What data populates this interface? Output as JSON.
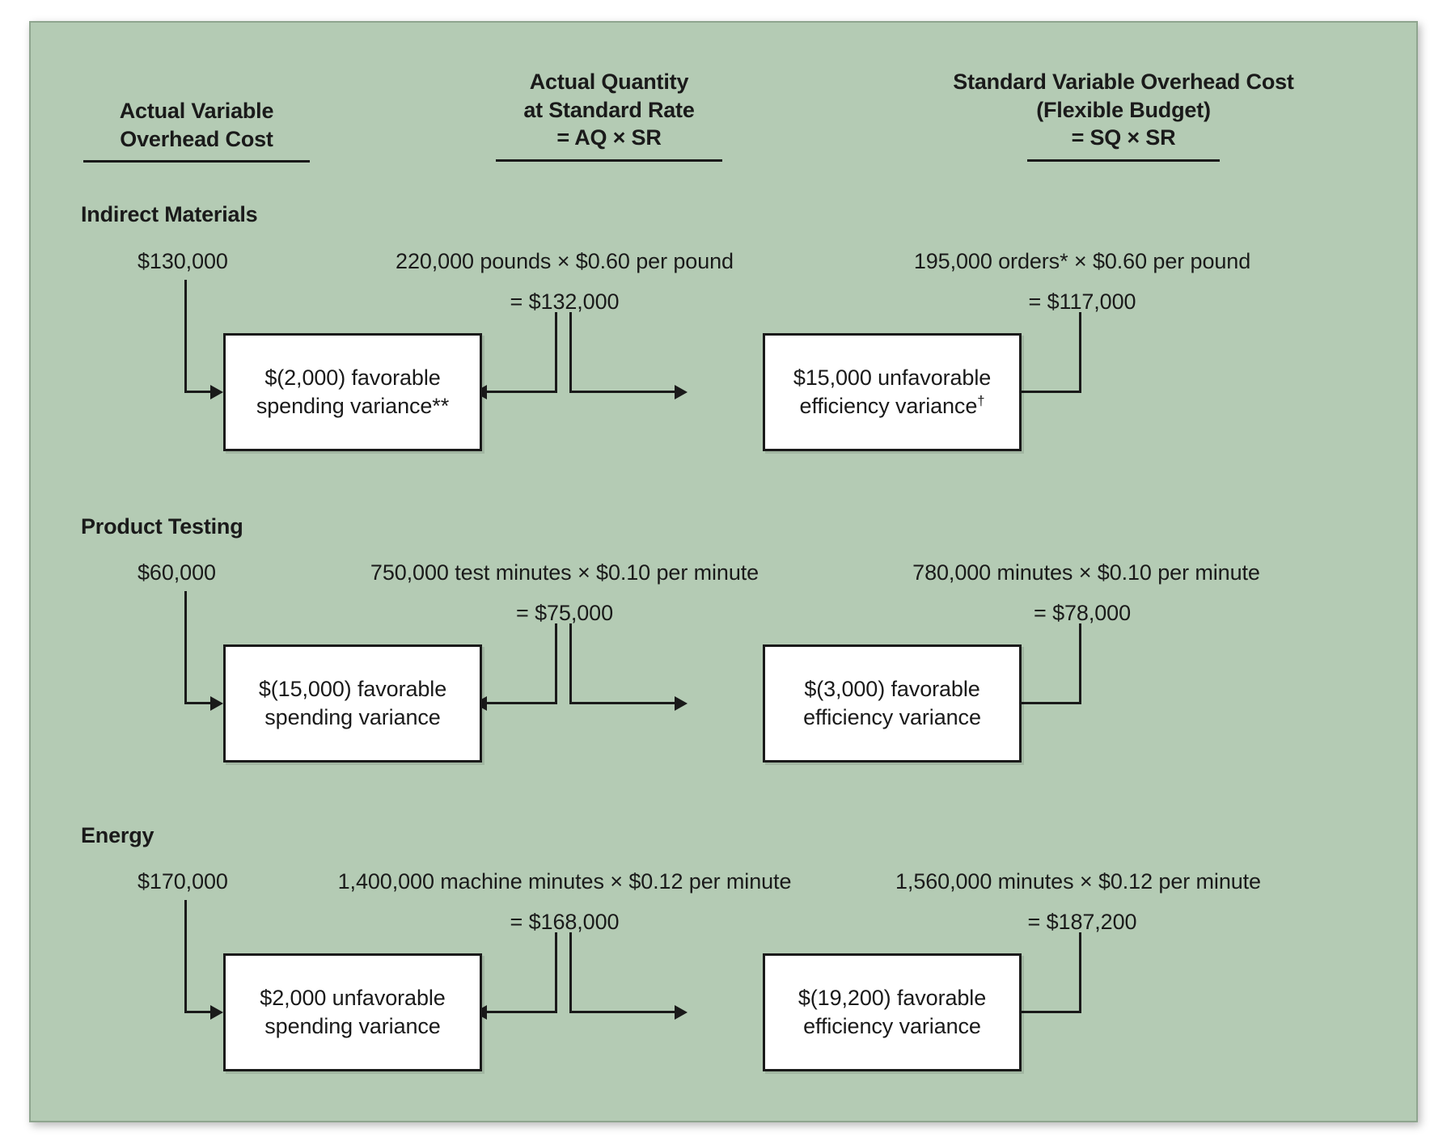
{
  "figure": {
    "background_color": "#b4cbb4",
    "box_fill_color": "#ffffff",
    "line_color": "#1a1a1a"
  },
  "columns": [
    {
      "id": "actual-cost",
      "line1": "Actual  Variable",
      "line2": "Overhead Cost",
      "line3": ""
    },
    {
      "id": "actual-qty-std-rate",
      "line1": "Actual Quantity",
      "line2": "at Standard Rate",
      "line3": "= AQ × SR"
    },
    {
      "id": "standard-cost-flexible-budget",
      "line1": "Standard Variable Overhead Cost",
      "line2": "(Flexible Budget)",
      "line3": "= SQ × SR"
    }
  ],
  "sections": [
    {
      "id": "indirect-materials",
      "label": "Indirect Materials",
      "actual_cost": "$130,000",
      "aq_sr_line1": "220,000 pounds × $0.60 per pound",
      "aq_sr_line2": "= $132,000",
      "sq_sr_line1": "195,000 orders* × $0.60 per pound",
      "sq_sr_line2": "= $117,000",
      "spending_variance_line1": "$(2,000) favorable",
      "spending_variance_line2": "spending variance**",
      "efficiency_variance_line1": "$15,000 unfavorable",
      "efficiency_variance_line2": "efficiency variance",
      "efficiency_variance_marker": "†"
    },
    {
      "id": "product-testing",
      "label": "Product Testing",
      "actual_cost": "$60,000",
      "aq_sr_line1": "750,000 test minutes × $0.10 per minute",
      "aq_sr_line2": "= $75,000",
      "sq_sr_line1": "780,000 minutes  × $0.10 per minute",
      "sq_sr_line2": "=  $78,000",
      "spending_variance_line1": "$(15,000) favorable",
      "spending_variance_line2": "spending variance",
      "efficiency_variance_line1": "$(3,000) favorable",
      "efficiency_variance_line2": "efficiency variance",
      "efficiency_variance_marker": ""
    },
    {
      "id": "energy",
      "label": "Energy",
      "actual_cost": "$170,000",
      "aq_sr_line1": "1,400,000 machine minutes × $0.12 per minute",
      "aq_sr_line2": "=  $168,000",
      "sq_sr_line1": "1,560,000 minutes  × $0.12 per minute",
      "sq_sr_line2": "=  $187,200",
      "spending_variance_line1": "$2,000 unfavorable",
      "spending_variance_line2": "spending variance",
      "efficiency_variance_line1": "$(19,200) favorable",
      "efficiency_variance_line2": "efficiency variance",
      "efficiency_variance_marker": ""
    }
  ]
}
